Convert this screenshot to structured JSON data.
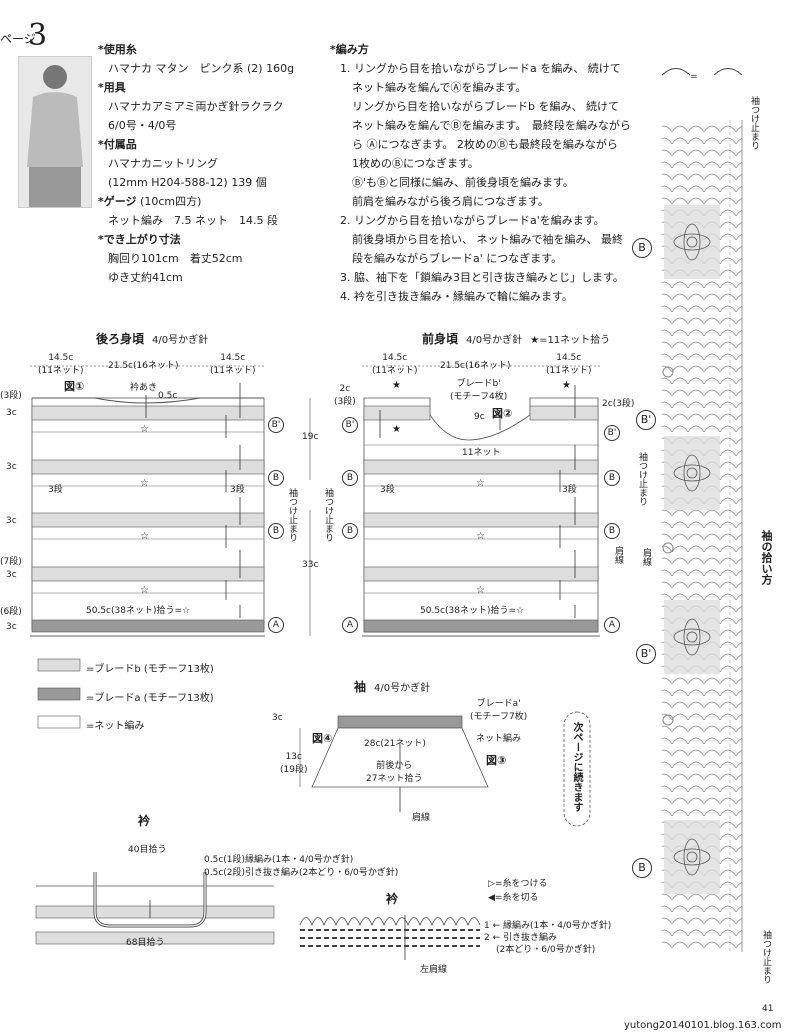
{
  "header": {
    "page_prefix": "ページ",
    "page_num": "3"
  },
  "spec": [
    {
      "title": "使用糸",
      "lines": [
        "ハマナカ マタン　ピンク系 (2) 160g"
      ]
    },
    {
      "title": "用具",
      "lines": [
        "ハマナカアミアミ両かぎ針ラクラク",
        "6/0号・4/0号"
      ]
    },
    {
      "title": "付属品",
      "lines": [
        "ハマナカニットリング",
        "(12mm H204-588-12)  139 個"
      ]
    },
    {
      "title": "ゲージ",
      "title_suffix": "(10cm四方)",
      "lines": [
        "ネット編み　7.5 ネット　14.5 段"
      ]
    },
    {
      "title": "でき上がり寸法",
      "lines": [
        "胸回り101cm　着丈52cm",
        "ゆき丈約41cm"
      ]
    }
  ],
  "method": {
    "title": "編み方",
    "lines": [
      "1. リングから目を拾いながらブレードa を編み、 続けて",
      "ネット編みを編んでⒶを編みます。",
      "リングから目を拾いながらブレードb を編み、 続けて",
      "ネット編みを編んでⒷを編みます。　最終段を編みながら",
      "ら Ⓐにつなぎます。 2枚めのⒷも最終段を編みながら",
      "1枚めのⒷにつなぎます。",
      "Ⓑ'もⒷと同様に編み、前後身頃を編みます。",
      "前肩を編みながら後ろ肩につなぎます。",
      "2. リングから目を拾いながらブレードa'を編みます。",
      "前後身頃から目を拾い、 ネット編みで袖を編み、 最終",
      "段を編みながらブレードa' につなぎます。",
      "3. 脇、袖下を「鎖編み3目と引き抜き編みとじ」します。",
      "4. 衿を引き抜き編み・縁編みで輪に編みます。"
    ]
  },
  "back": {
    "title": "後ろ身頃",
    "hook": "4/0号かぎ針",
    "w_left": "14.5c",
    "w_left2": "(11ネット)",
    "w_mid": "21.5c(16ネット)",
    "w_right": "14.5c",
    "w_right2": "(11ネット)",
    "fig": "図①",
    "neck": "衿あき",
    "neck_d": "0.5c",
    "rows3c": "3c",
    "rows3": "3段",
    "bottom": "50.5c(38ネット)拾う=☆",
    "left_labels": [
      "(3段)",
      "(7段)",
      "(6段)"
    ],
    "right_labels": [
      "B'",
      "B",
      "B",
      "A"
    ],
    "side_text": "袖つけ止まり",
    "h19": "19c",
    "h33": "33c"
  },
  "front": {
    "title": "前身頃",
    "hook": "4/0号かぎ針",
    "note": "★=11ネット拾う",
    "w_left": "14.5c",
    "w_left2": "(11ネット)",
    "w_mid": "21.5c(16ネット)",
    "w_right": "14.5c",
    "w_right2": "(11ネット)",
    "braid": "ブレードb'",
    "braid2": "(モチーフ4枚)",
    "d2c": "2c",
    "d3": "(3段)",
    "d9c": "9c",
    "fig": "図②",
    "net11": "11ネット",
    "rows3": "3段",
    "bottom": "50.5c(38ネット)拾う=☆",
    "left_labels": [
      "B'",
      "B",
      "B",
      "A"
    ],
    "right_labels": [
      "B'",
      "B",
      "B",
      "A"
    ],
    "side_text": "袖つけ止まり",
    "shoulder": "肩線"
  },
  "legend": [
    {
      "label": "=ブレードb (モチーフ13枚)",
      "color": "#dddddd"
    },
    {
      "label": "=ブレードa (モチーフ13枚)",
      "color": "#999999"
    },
    {
      "label": "=ネット編み",
      "color": "#ffffff"
    }
  ],
  "sleeve": {
    "title": "袖",
    "hook": "4/0号かぎ針",
    "braid": "ブレードa'",
    "braid2": "(モチーフ7枚)",
    "h3c": "3c",
    "fig4": "図④",
    "w28": "28c(21ネット)",
    "net": "ネット編み",
    "h13": "13c",
    "h19": "(19段)",
    "pick": "前後から",
    "pick2": "27ネット拾う",
    "fig3": "図③",
    "shoulder": "肩線"
  },
  "collar": {
    "title": "衿",
    "top": "40目拾う",
    "bottom": "68目拾う",
    "edge1": "0.5c(1段)縁編み(1本・4/0号かぎ針)",
    "edge2": "0.5c(2段)引き抜き編み(2本どり・6/0号かぎ針)"
  },
  "collar2": {
    "title": "衿",
    "attach": "=糸をつける",
    "cut": "=糸を切る",
    "r1": "縁編み(1本・4/0号かぎ針)",
    "r2": "引き抜き編み",
    "r2b": "(2本どり・6/0号かぎ針)",
    "shoulder": "左肩線"
  },
  "cont": "次ページに続きます",
  "right_panel": {
    "top": "袖つけ止まり",
    "mid": "袖つけ止まり",
    "shoulder": "肩線",
    "title": "袖の拾い方",
    "bottom": "袖つけ止まり",
    "sym": "=",
    "labels": [
      "B",
      "B'",
      "B'",
      "B"
    ]
  },
  "page_num": "41",
  "footer": "yutong20140101.blog.163.com"
}
